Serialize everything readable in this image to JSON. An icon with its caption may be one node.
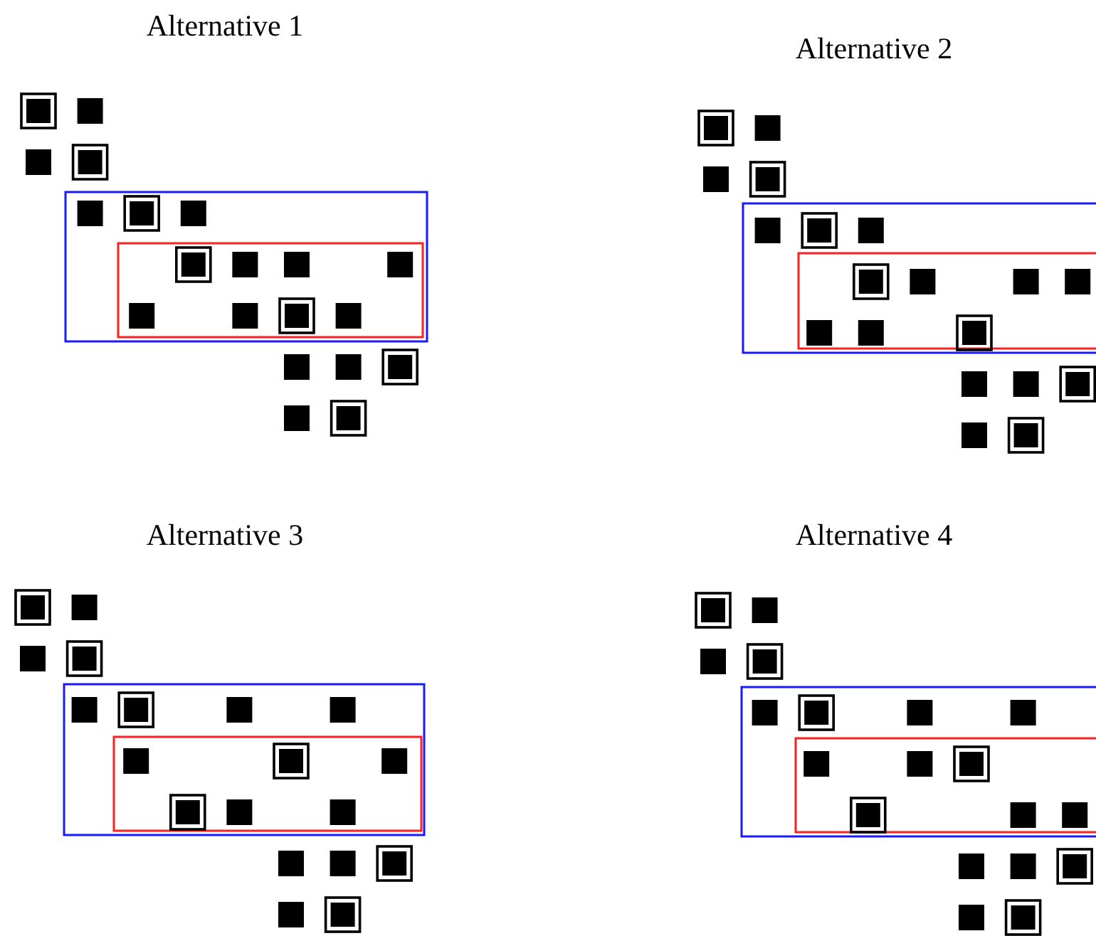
{
  "diagram": {
    "labels": [
      "Alternative 1",
      "Alternative 2",
      "Alternative 3",
      "Alternative 4"
    ]
  }
}
